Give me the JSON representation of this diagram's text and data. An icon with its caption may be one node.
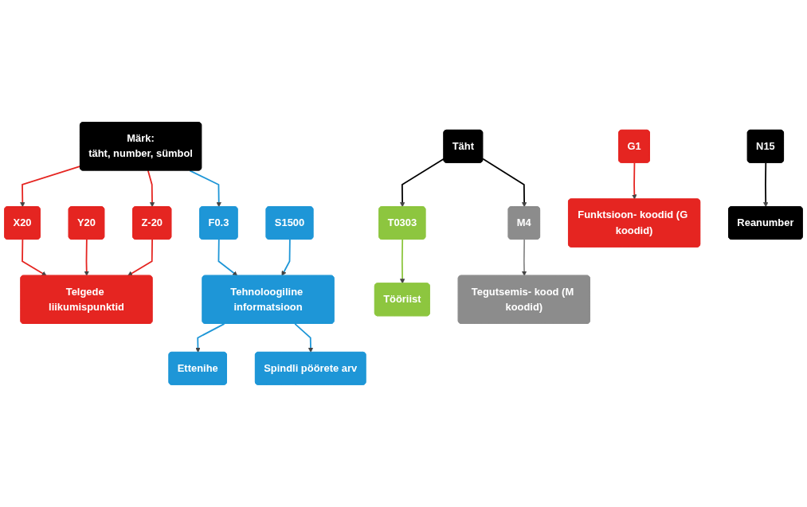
{
  "diagram": {
    "nodes": [
      {
        "text": [
          "Märk:",
          "täht, number, sümbol"
        ]
      },
      {
        "text": [
          "Täht"
        ]
      },
      {
        "text": [
          "N15"
        ]
      },
      {
        "text": [
          "G1"
        ]
      },
      {
        "text": [
          "X20"
        ]
      },
      {
        "text": [
          "Y20"
        ]
      },
      {
        "text": [
          "Z-20"
        ]
      },
      {
        "text": [
          "F0.3"
        ]
      },
      {
        "text": [
          "S1500"
        ]
      },
      {
        "text": [
          "T0303"
        ]
      },
      {
        "text": [
          "M4"
        ]
      },
      {
        "text": [
          "Telgede liikumispunktid"
        ]
      },
      {
        "text": [
          "Tehnoloogiline informatsioon"
        ]
      },
      {
        "text": [
          "Tööriist"
        ]
      },
      {
        "text": [
          "Funktsioon- koodid (G koodid)"
        ]
      },
      {
        "text": [
          "Ettenihe"
        ]
      },
      {
        "text": [
          "Spindli pöörete arv"
        ]
      },
      {
        "text": [
          "Reanumber"
        ]
      },
      {
        "text": [
          "Tegutsemis- kood (M koodid)"
        ]
      }
    ],
    "edges": [
      {
        "from": 0,
        "to": 4,
        "arrow": "to"
      },
      {
        "from": 0,
        "to": 6,
        "arrow": "to"
      },
      {
        "from": 0,
        "to": 7,
        "arrow": "to",
        "color": "#1e96d7"
      },
      {
        "from": 1,
        "to": 9,
        "arrow": "to",
        "color": "#000000"
      },
      {
        "from": 1,
        "to": 10,
        "arrow": "to",
        "color": "#000000"
      },
      {
        "from": 2,
        "to": 17,
        "arrow": "to",
        "color": "#000000"
      },
      {
        "from": 3,
        "to": 14,
        "arrow": "to"
      },
      {
        "from": 4,
        "to": 11,
        "arrow": "to"
      },
      {
        "from": 5,
        "to": 11,
        "arrow": "to"
      },
      {
        "from": 6,
        "to": 11,
        "arrow": "to"
      },
      {
        "from": 7,
        "to": 12,
        "arrow": "to",
        "color": "#1e96d7"
      },
      {
        "from": 8,
        "to": 12,
        "arrow": "to",
        "color": "#1e96d7"
      },
      {
        "from": 12,
        "to": 15,
        "arrow": "to",
        "color": "#1e96d7"
      },
      {
        "from": 12,
        "to": 16,
        "arrow": "to",
        "color": "#1e96d7"
      },
      {
        "from": 9,
        "to": 13,
        "arrow": "to",
        "color": "#8dc63f"
      },
      {
        "from": 10,
        "to": 18,
        "arrow": "to",
        "color": "#8c8c8c"
      }
    ]
  }
}
